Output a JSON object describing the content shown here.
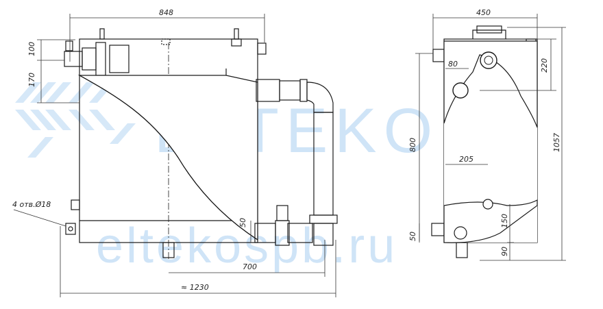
{
  "watermark": {
    "brand": "ELTEKO",
    "site": "eltekospb.ru",
    "color": "#cfe4f7"
  },
  "front_view": {
    "dimensions": {
      "width_top": "848",
      "height_100": "100",
      "height_170": "170",
      "height_50": "50",
      "length_700": "700",
      "overall_length": "≈ 1230"
    },
    "callouts": {
      "holes": "4 отв.Ø18"
    }
  },
  "side_view": {
    "dimensions": {
      "width_top": "450",
      "offset_80": "80",
      "height_220": "220",
      "height_800": "800",
      "overall_height": "1057",
      "offset_205": "205",
      "height_150": "150",
      "height_50": "50",
      "height_90": "90"
    }
  },
  "colors": {
    "line": "#1a1a1a",
    "fill_dark": "#111111",
    "dim_line": "#333333"
  }
}
